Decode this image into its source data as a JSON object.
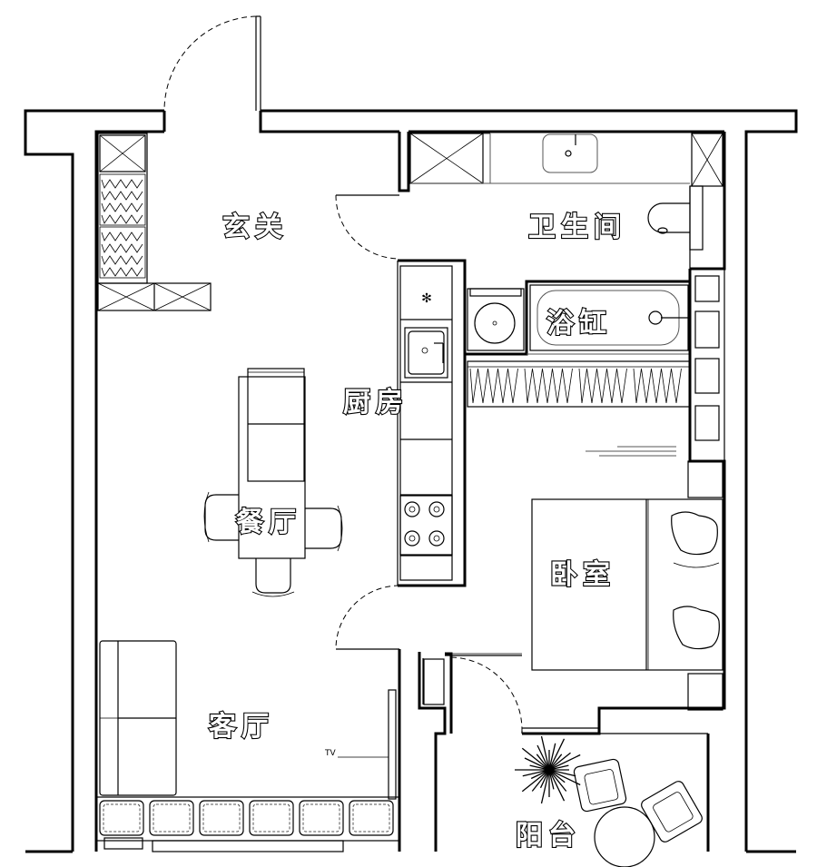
{
  "rooms": {
    "entrance": "玄关",
    "bathroom": "卫生间",
    "bathtub": "浴缸",
    "kitchen": "厨房",
    "dining": "餐厅",
    "bedroom": "卧室",
    "living": "客厅",
    "balcony": "阳台"
  },
  "fixtures": {
    "tv": "TV"
  }
}
